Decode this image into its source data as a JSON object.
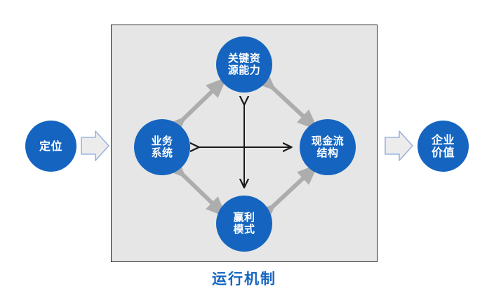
{
  "diagram": {
    "title_caption": "运行机制",
    "panel_label": "运行机制",
    "colors": {
      "node_blue": "#1565C0",
      "panel_fill": "#E6E6E6",
      "panel_border": "#2b2b2b",
      "diagonal_arrow_gray": "#ADADAD",
      "cross_arrow_black": "#1a1a1a",
      "flow_arrow_fill": "#ECECEC",
      "flow_arrow_border": "#9BB3DD",
      "caption_blue": "#1565C0",
      "node_text": "#ffffff",
      "background": "#ffffff"
    },
    "input_node": {
      "label": "定位",
      "name": "positioning"
    },
    "output_node": {
      "label": "企业\n价值",
      "name": "enterprise-value"
    },
    "inner_nodes": [
      {
        "name": "key-resource",
        "label": "关键资\n源能力",
        "position": "top"
      },
      {
        "name": "business-system",
        "label": "业务\n系统",
        "position": "left"
      },
      {
        "name": "cashflow-structure",
        "label": "现金流\n结构",
        "position": "right"
      },
      {
        "name": "profit-model",
        "label": "赢利\n模式",
        "position": "bottom"
      }
    ],
    "flow_arrows": [
      {
        "name": "flow-arrow-in",
        "direction": "right",
        "from": "定位",
        "to": "运行机制"
      },
      {
        "name": "flow-arrow-out",
        "direction": "right",
        "from": "运行机制",
        "to": "企业价值"
      }
    ],
    "diagonal_connectors": [
      {
        "name": "connector-business-to-key-resource",
        "endpoints": [
          "业务系统",
          "关键资源能力"
        ],
        "style": "double-headed"
      },
      {
        "name": "connector-key-resource-to-cashflow",
        "endpoints": [
          "关键资源能力",
          "现金流结构"
        ],
        "style": "double-headed"
      },
      {
        "name": "connector-business-to-profit-model",
        "endpoints": [
          "业务系统",
          "赢利模式"
        ],
        "style": "double-headed"
      },
      {
        "name": "connector-profit-model-to-cashflow",
        "endpoints": [
          "赢利模式",
          "现金流结构"
        ],
        "style": "double-headed"
      }
    ],
    "cross_connectors": [
      {
        "name": "connector-vertical",
        "endpoints": [
          "关键资源能力",
          "赢利模式"
        ],
        "style": "double-headed"
      },
      {
        "name": "connector-horizontal",
        "endpoints": [
          "业务系统",
          "现金流结构"
        ],
        "style": "double-headed"
      }
    ]
  }
}
